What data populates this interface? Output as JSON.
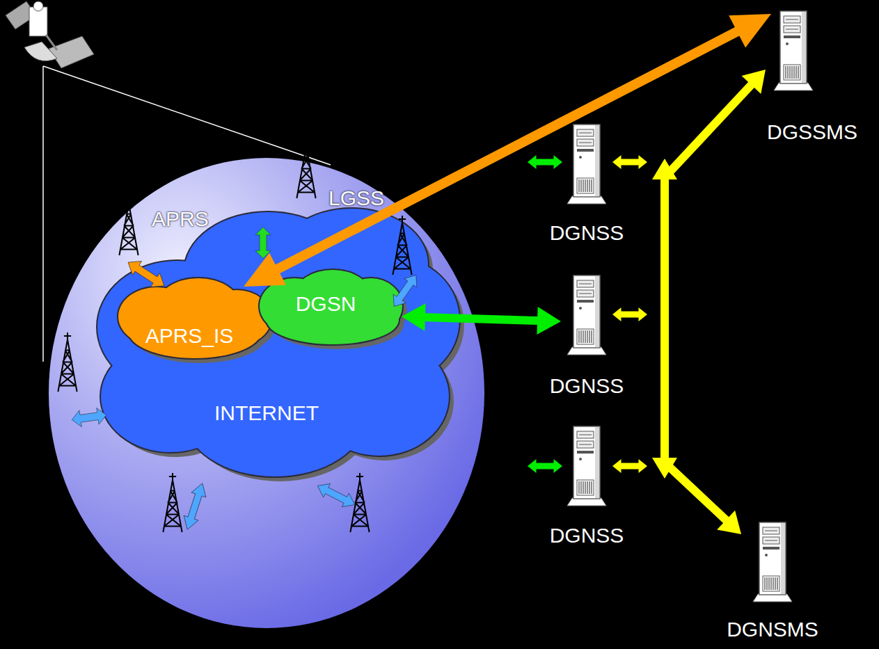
{
  "diagram": {
    "nodes": [
      {
        "text": [
          "INTERNET"
        ]
      },
      {
        "text": [
          "APRS_IS"
        ],
        "in": 0
      },
      {
        "text": [
          "DGSN"
        ],
        "in": 0
      },
      {
        "text": [
          "DGSSMS"
        ]
      },
      {
        "text": [
          "DGNSS"
        ]
      },
      {
        "text": [
          "DGNSS"
        ]
      },
      {
        "text": [
          "DGNSS"
        ]
      },
      {
        "text": [
          "DGNSMS"
        ]
      }
    ],
    "edges": [
      {
        "from": 0,
        "to": 3,
        "arrow": "both"
      },
      {
        "from": 2,
        "to": 5,
        "arrow": "both"
      },
      {
        "from": 3,
        "to": 7,
        "arrow": "both"
      }
    ],
    "labels": [
      "APRS",
      "LGSS"
    ]
  }
}
